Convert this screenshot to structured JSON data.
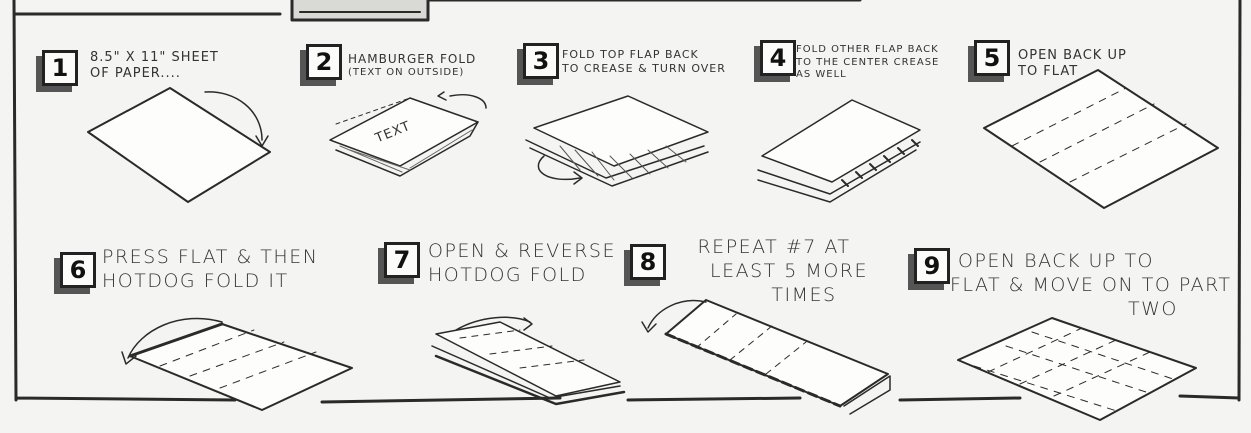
{
  "steps": [
    {
      "number": "1",
      "line1": "8.5\" x 11\" sheet",
      "line2": "of paper...."
    },
    {
      "number": "2",
      "line1": "Hamburger Fold",
      "line2": "(text on outside)",
      "paper_text": "Text"
    },
    {
      "number": "3",
      "line1": "Fold top flap back",
      "line2": "to crease & turn over"
    },
    {
      "number": "4",
      "line1": "Fold other flap back",
      "line2": "to the center crease",
      "line3": "as well"
    },
    {
      "number": "5",
      "line1": "Open back up",
      "line2": "to flat"
    },
    {
      "number": "6",
      "line1": "Press flat & then",
      "line2": "HotDog fold it"
    },
    {
      "number": "7",
      "line1": "Open & reverse",
      "line2": "HotDog fold"
    },
    {
      "number": "8",
      "line1": "Repeat #7 at",
      "line2": "least 5 more",
      "line3": "times"
    },
    {
      "number": "9",
      "line1": "Open back up to",
      "line2": "flat & move on to part",
      "line3": "two"
    }
  ],
  "colors": {
    "ink": "#2a2a2a",
    "background": "#f4f4f2",
    "shadow": "#555555"
  }
}
